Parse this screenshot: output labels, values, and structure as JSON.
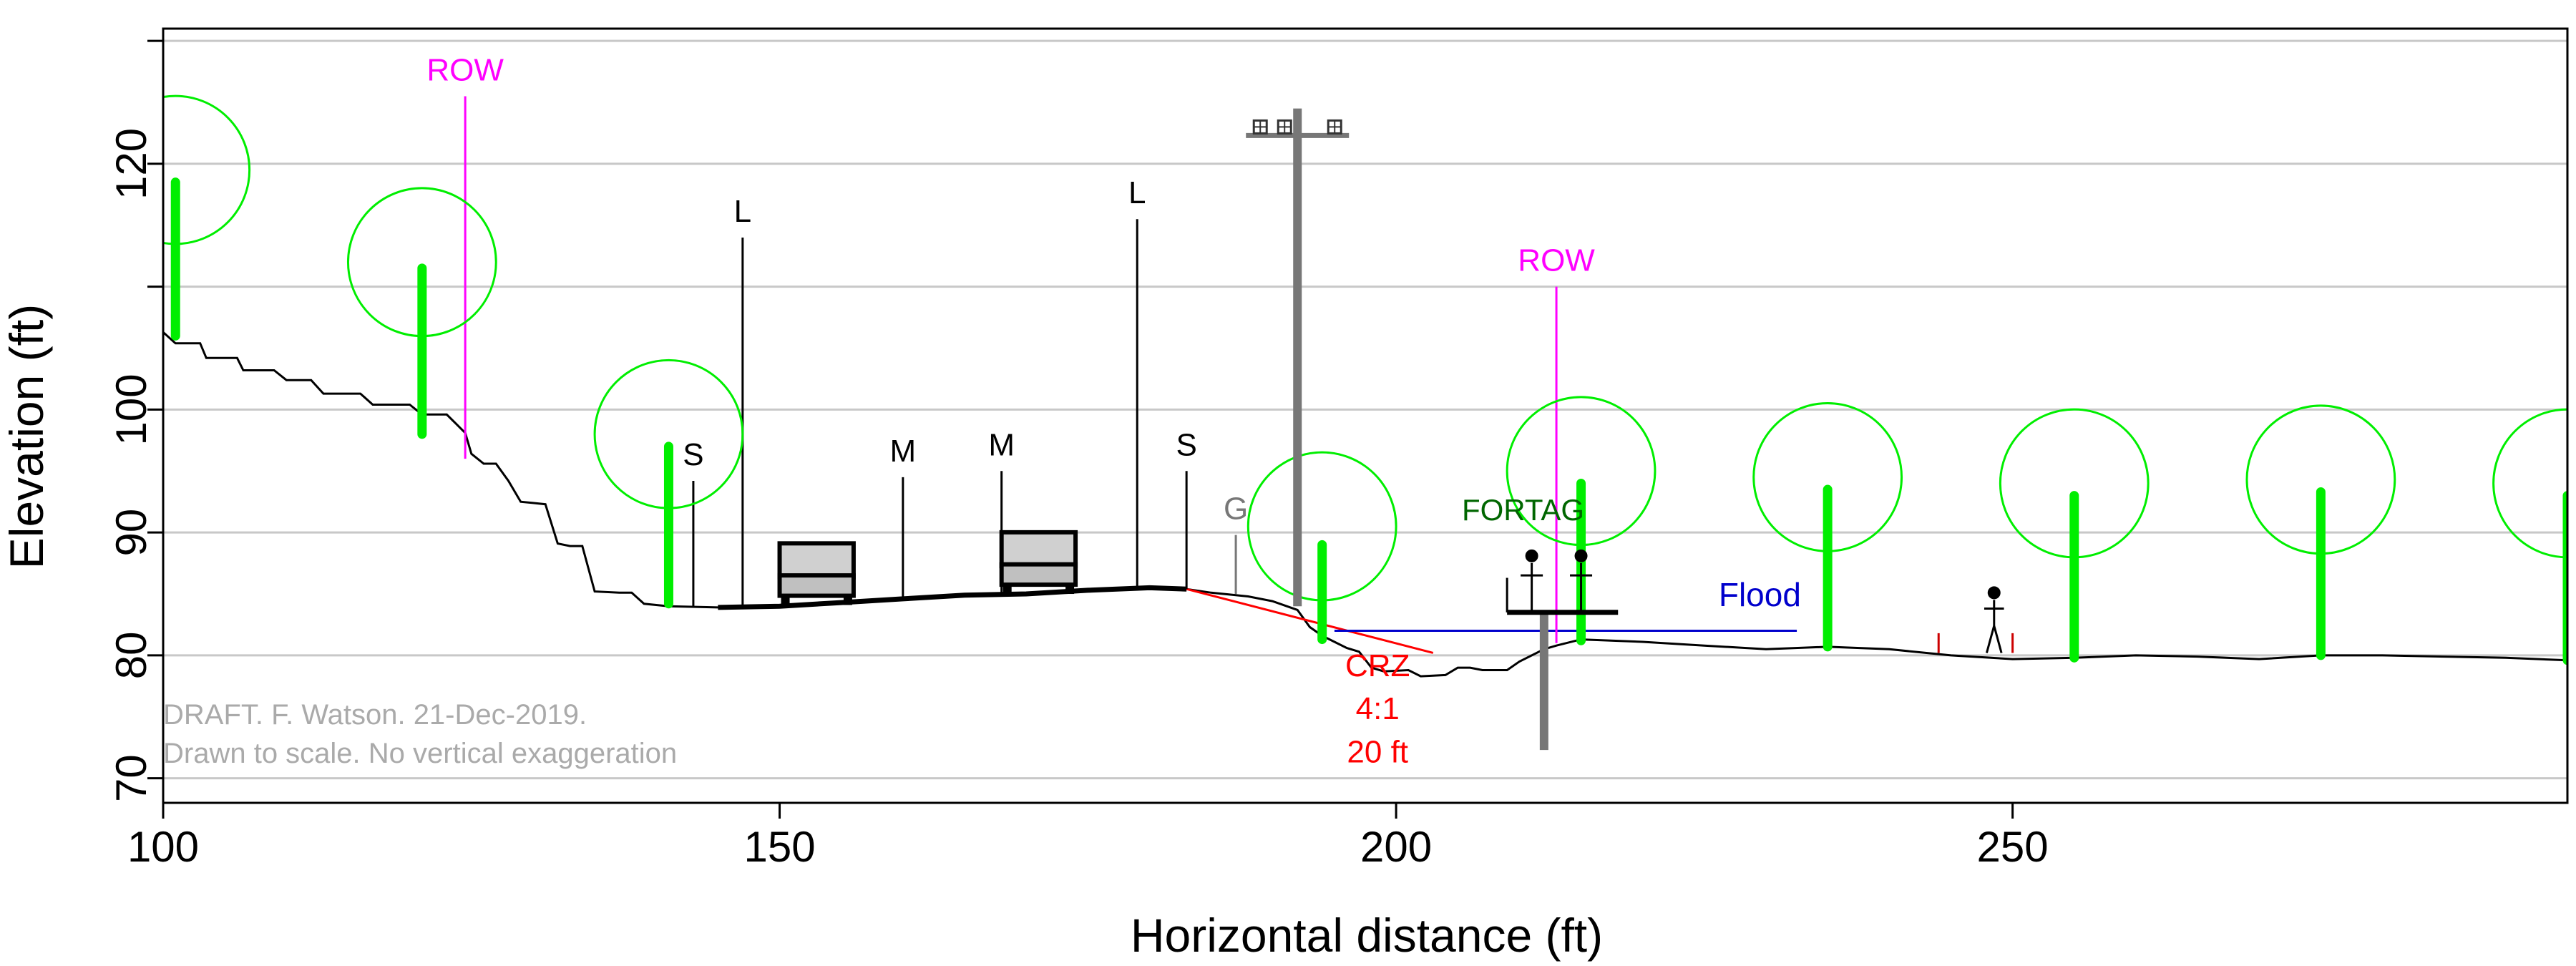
{
  "axes": {
    "x_label": "Horizontal distance (ft)",
    "y_label": "Elevation (ft)",
    "x_range": [
      100,
      295
    ],
    "y_range": [
      68,
      131
    ],
    "x_ticks": [
      {
        "value": 100,
        "label": "100"
      },
      {
        "value": 150,
        "label": "150"
      },
      {
        "value": 200,
        "label": "200"
      },
      {
        "value": 250,
        "label": "250"
      }
    ],
    "y_ticks": [
      {
        "value": 70,
        "label": "70"
      },
      {
        "value": 80,
        "label": "80"
      },
      {
        "value": 90,
        "label": "90"
      },
      {
        "value": 100,
        "label": "100"
      },
      {
        "value": 110,
        "label": ""
      },
      {
        "value": 120,
        "label": "120"
      },
      {
        "value": 130,
        "label": ""
      }
    ],
    "grid_y": [
      70,
      80,
      90,
      100,
      110,
      120,
      130
    ],
    "grid": true
  },
  "ground_profile": [
    [
      100,
      106.3
    ],
    [
      101,
      105.4
    ],
    [
      103,
      105.4
    ],
    [
      103.5,
      104.2
    ],
    [
      106,
      104.2
    ],
    [
      106.5,
      103.2
    ],
    [
      109,
      103.2
    ],
    [
      110,
      102.4
    ],
    [
      112,
      102.4
    ],
    [
      113,
      101.3
    ],
    [
      116,
      101.3
    ],
    [
      117,
      100.4
    ],
    [
      120,
      100.4
    ],
    [
      121,
      99.6
    ],
    [
      123,
      99.6
    ],
    [
      124.5,
      98.1
    ],
    [
      125,
      96.4
    ],
    [
      126,
      95.6
    ],
    [
      127,
      95.6
    ],
    [
      128,
      94.2
    ],
    [
      129,
      92.5
    ],
    [
      130,
      92.4
    ],
    [
      131,
      92.3
    ],
    [
      132,
      89.1
    ],
    [
      133,
      88.9
    ],
    [
      134,
      88.9
    ],
    [
      135,
      85.2
    ],
    [
      137,
      85.1
    ],
    [
      138,
      85.1
    ],
    [
      139,
      84.2
    ],
    [
      141,
      84.0
    ],
    [
      145,
      83.9
    ],
    [
      150,
      84.0
    ],
    [
      155,
      84.3
    ],
    [
      160,
      84.6
    ],
    [
      165,
      84.9
    ],
    [
      170,
      85.0
    ],
    [
      175,
      85.3
    ],
    [
      180,
      85.5
    ],
    [
      183,
      85.4
    ],
    [
      185,
      85.1
    ],
    [
      188,
      84.8
    ],
    [
      190,
      84.4
    ],
    [
      192,
      83.7
    ],
    [
      193,
      82.3
    ],
    [
      194,
      81.6
    ],
    [
      195,
      81.1
    ],
    [
      196,
      80.6
    ],
    [
      197,
      80.3
    ],
    [
      198,
      79.0
    ],
    [
      199,
      78.7
    ],
    [
      201,
      78.8
    ],
    [
      202,
      78.3
    ],
    [
      204,
      78.4
    ],
    [
      205,
      79.0
    ],
    [
      206,
      79.0
    ],
    [
      207,
      78.8
    ],
    [
      209,
      78.8
    ],
    [
      210,
      79.5
    ],
    [
      212,
      80.5
    ],
    [
      213,
      80.8
    ],
    [
      215,
      81.3
    ],
    [
      220,
      81.1
    ],
    [
      225,
      80.8
    ],
    [
      230,
      80.5
    ],
    [
      235,
      80.7
    ],
    [
      240,
      80.5
    ],
    [
      245,
      80.0
    ],
    [
      250,
      79.7
    ],
    [
      255,
      79.8
    ],
    [
      260,
      80.0
    ],
    [
      265,
      79.9
    ],
    [
      270,
      79.7
    ],
    [
      275,
      80.0
    ],
    [
      280,
      80.0
    ],
    [
      285,
      79.9
    ],
    [
      290,
      79.8
    ],
    [
      295,
      79.6
    ]
  ],
  "roadway": {
    "x_start": 143,
    "x_end": 183
  },
  "trees": [
    {
      "x": 101,
      "base": 106.0,
      "top": 118.5,
      "crown_y": 119.5,
      "crown_r": 6
    },
    {
      "x": 121,
      "base": 98.0,
      "top": 111.5,
      "crown_y": 112.0,
      "crown_r": 6
    },
    {
      "x": 141,
      "base": 84.2,
      "top": 97.0,
      "crown_y": 98.0,
      "crown_r": 6
    },
    {
      "x": 194,
      "base": 81.3,
      "top": 89.0,
      "crown_y": 90.5,
      "crown_r": 6
    },
    {
      "x": 215,
      "base": 81.2,
      "top": 94.0,
      "crown_y": 95.0,
      "crown_r": 6
    },
    {
      "x": 235,
      "base": 80.7,
      "top": 93.5,
      "crown_y": 94.5,
      "crown_r": 6
    },
    {
      "x": 255,
      "base": 79.8,
      "top": 93.0,
      "crown_y": 94.0,
      "crown_r": 6
    },
    {
      "x": 275,
      "base": 80.0,
      "top": 93.3,
      "crown_y": 94.3,
      "crown_r": 6
    },
    {
      "x": 295,
      "base": 79.6,
      "top": 93.0,
      "crown_y": 94.0,
      "crown_r": 6
    }
  ],
  "vertical_markers": [
    {
      "label": "ROW",
      "x": 124.5,
      "y_bottom": 96.0,
      "y_top": 125.5,
      "color": "#ff00ff"
    },
    {
      "label": "S",
      "x": 143,
      "y_bottom": 84.0,
      "y_top": 94.2,
      "color": "#000000"
    },
    {
      "label": "L",
      "x": 147,
      "y_bottom": 84.0,
      "y_top": 114.0,
      "color": "#000000"
    },
    {
      "label": "M",
      "x": 160,
      "y_bottom": 84.6,
      "y_top": 94.5,
      "color": "#000000"
    },
    {
      "label": "M",
      "x": 168,
      "y_bottom": 84.9,
      "y_top": 95.0,
      "color": "#000000"
    },
    {
      "label": "L",
      "x": 179,
      "y_bottom": 85.5,
      "y_top": 115.5,
      "color": "#000000"
    },
    {
      "label": "S",
      "x": 183,
      "y_bottom": 85.4,
      "y_top": 95.0,
      "color": "#000000"
    },
    {
      "label": "G",
      "x": 187,
      "y_bottom": 85.0,
      "y_top": 89.8,
      "color": "#777777"
    },
    {
      "label": "ROW",
      "x": 213,
      "y_bottom": 81.0,
      "y_top": 110.0,
      "color": "#ff00ff"
    }
  ],
  "vehicles": [
    {
      "x_center": 153,
      "base": 84.1
    },
    {
      "x_center": 171,
      "base": 85.0
    }
  ],
  "utility_pole": {
    "x": 192,
    "y_bottom": 84.0,
    "y_top": 124.5,
    "crossarm_y": 122.3
  },
  "crz": {
    "label_lines": [
      "CRZ",
      "4:1",
      "20 ft"
    ],
    "x_start": 183,
    "y_start": 85.4,
    "x_end": 203,
    "y_end": 80.2,
    "color": "#ff0000"
  },
  "flood": {
    "label": "Flood",
    "y": 82.0,
    "x_start": 195,
    "x_end": 232.5,
    "color": "#0000cc"
  },
  "fortag": {
    "label": "FORTAG",
    "x_start": 209,
    "x_end": 218,
    "y": 83.5,
    "color": "#006600",
    "post_x": 212,
    "post_bottom": 72.3
  },
  "person": {
    "x": 248.5,
    "base": 80.2,
    "marks": [
      244,
      250
    ]
  },
  "note": {
    "lines": [
      "DRAFT. F. Watson. 21-Dec-2019.",
      "Drawn to scale. No vertical exaggeration"
    ],
    "color": "#aaaaaa"
  },
  "colors": {
    "tree": "#00ee00",
    "pole": "#777777",
    "grid": "#c8c8c8",
    "ground": "#000000"
  }
}
